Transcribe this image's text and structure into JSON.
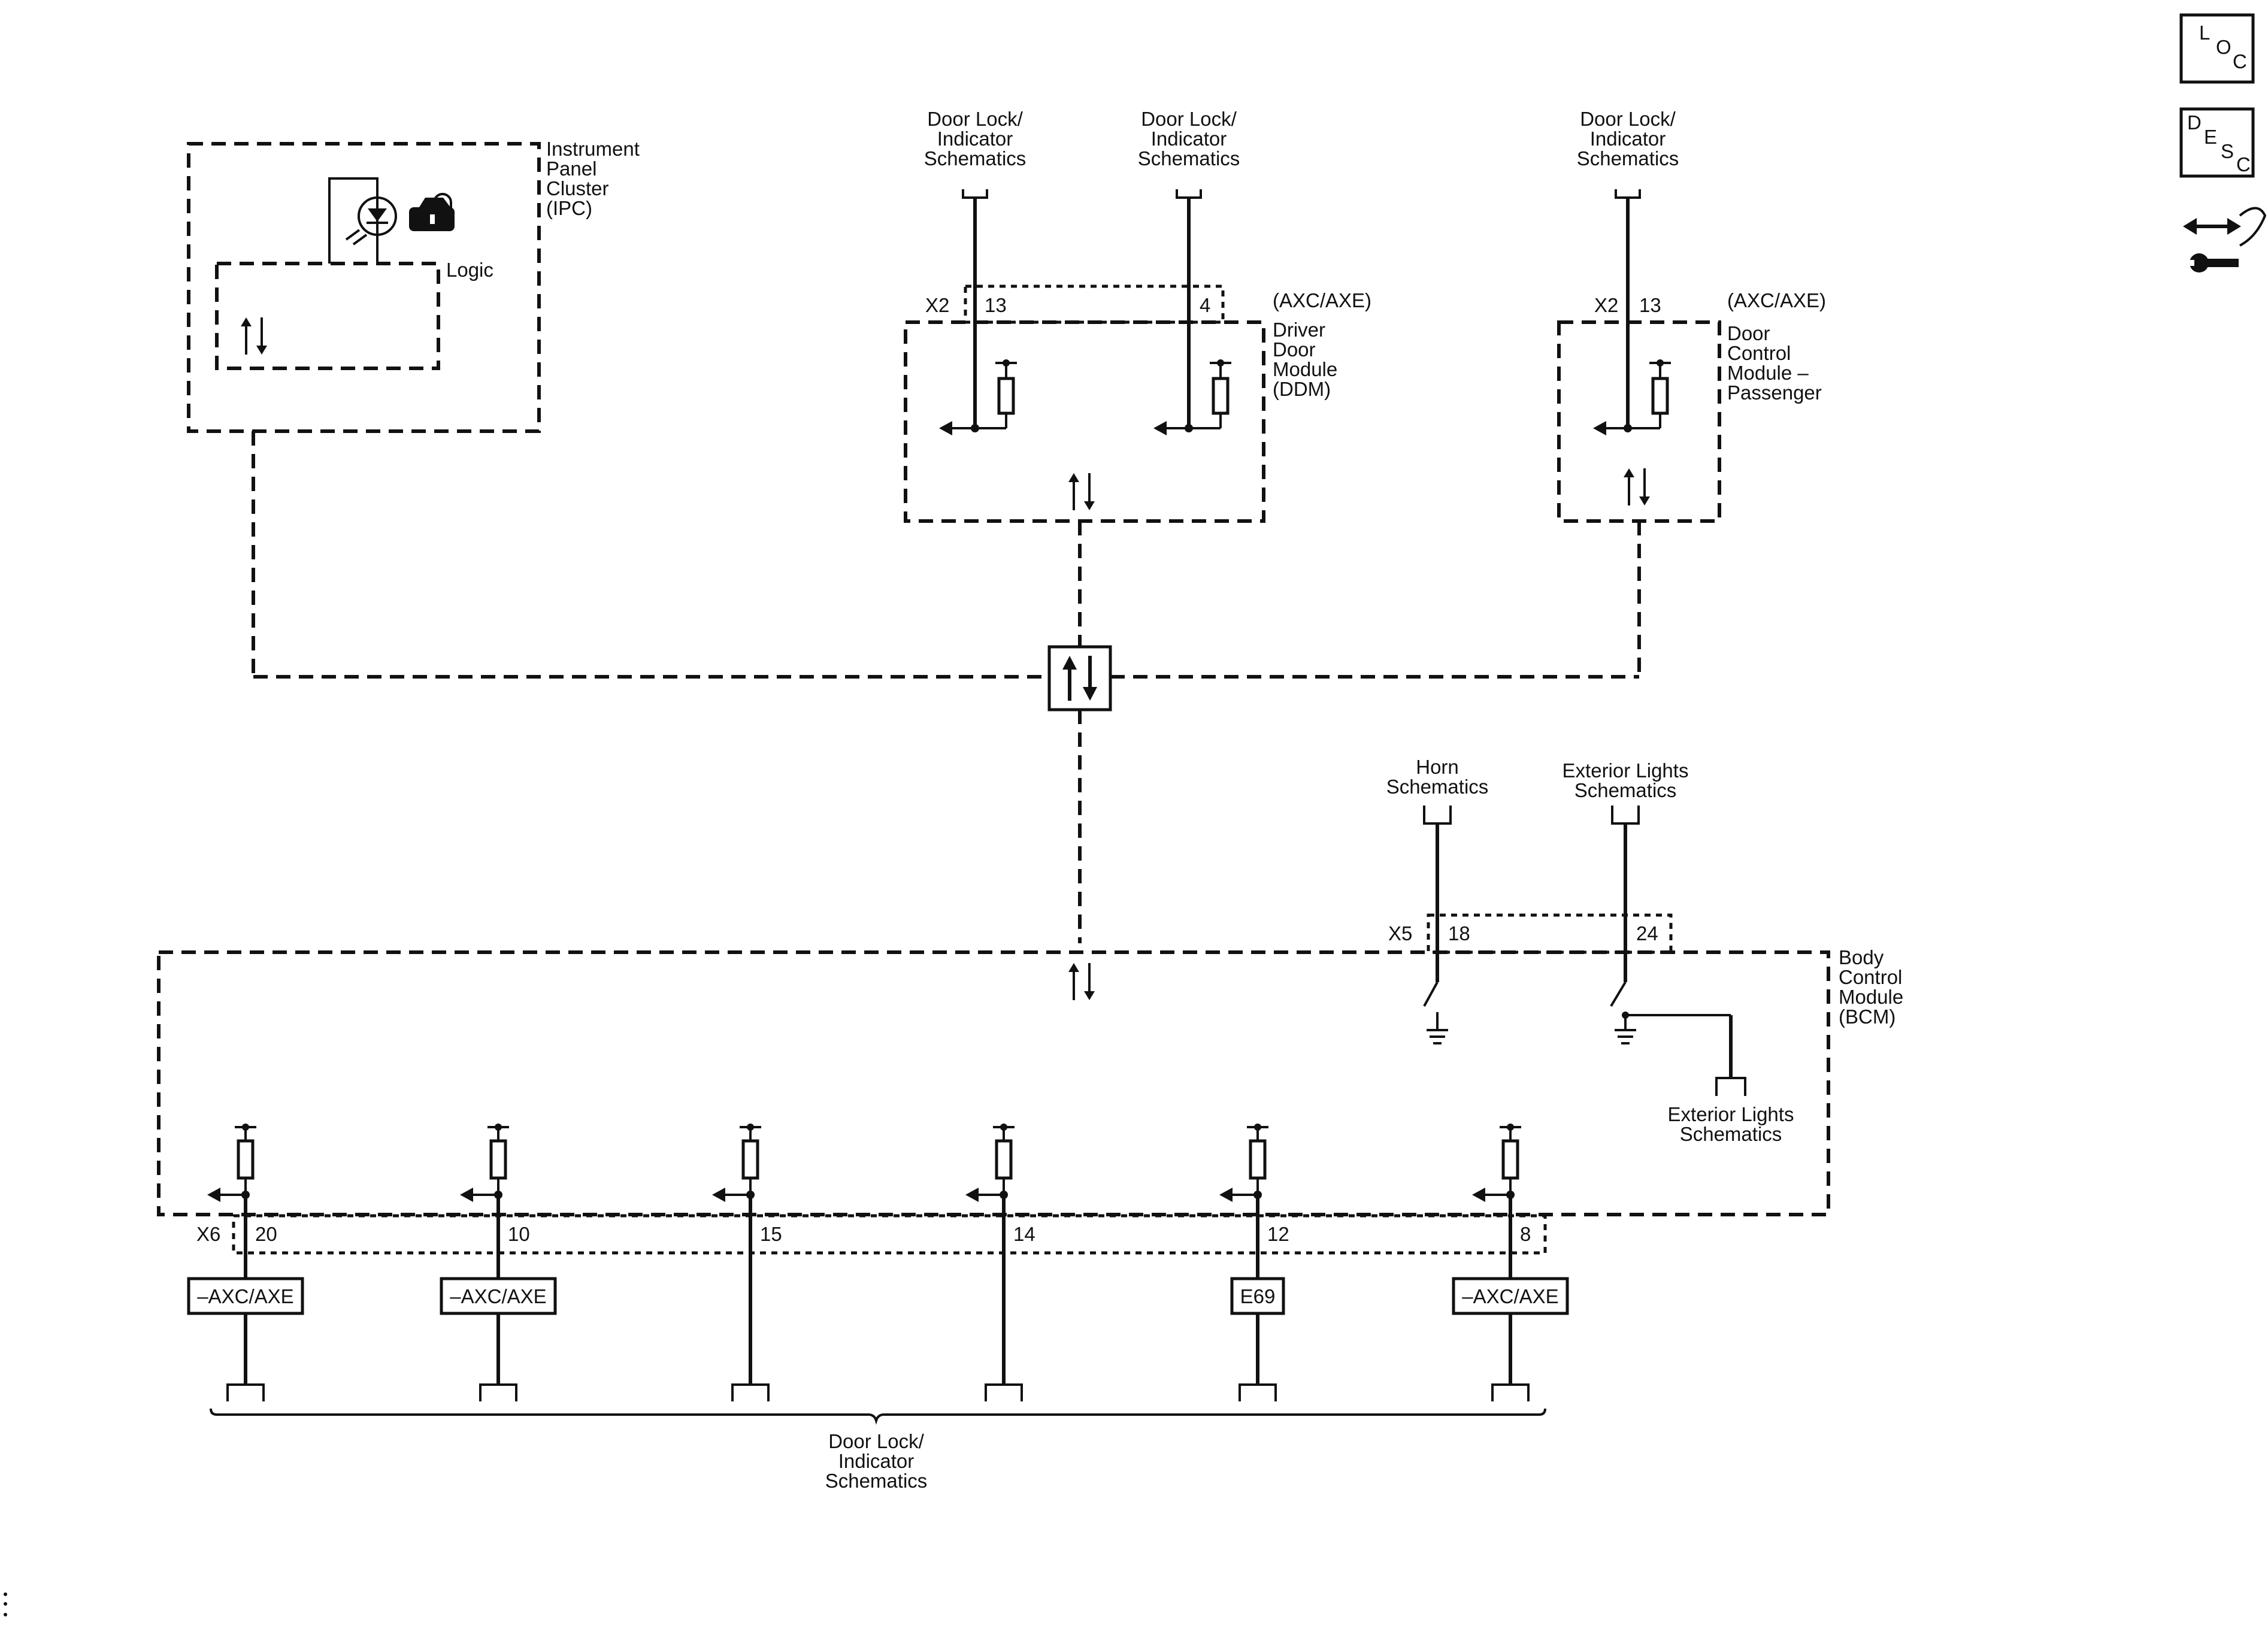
{
  "ipc": {
    "name_lines": [
      "Instrument",
      "Panel",
      "Cluster",
      "(IPC)"
    ],
    "logic_label": "Logic"
  },
  "ddm": {
    "refs": [
      {
        "lines": [
          "Door Lock/",
          "Indicator",
          "Schematics"
        ]
      },
      {
        "lines": [
          "Door Lock/",
          "Indicator",
          "Schematics"
        ]
      }
    ],
    "connector": "X2",
    "pins": [
      "13",
      "4"
    ],
    "option": "(AXC/AXE)",
    "name_lines": [
      "Driver",
      "Door",
      "Module",
      "(DDM)"
    ]
  },
  "dcmp": {
    "ref": {
      "lines": [
        "Door Lock/",
        "Indicator",
        "Schematics"
      ]
    },
    "connector": "X2",
    "pin": "13",
    "option": "(AXC/AXE)",
    "name_lines": [
      "Door",
      "Control",
      "Module –",
      "Passenger"
    ]
  },
  "bcm": {
    "name_lines": [
      "Body",
      "Control",
      "Module",
      "(BCM)"
    ],
    "x5": {
      "connector": "X5",
      "horn_ref": [
        "Horn",
        "Schematics"
      ],
      "horn_pin": "18",
      "ext_ref": [
        "Exterior Lights",
        "Schematics"
      ],
      "ext_pin": "24",
      "ext_ref_bottom": [
        "Exterior Lights",
        "Schematics"
      ]
    },
    "x6": {
      "connector": "X6",
      "pins": [
        "20",
        "10",
        "15",
        "14",
        "12",
        "8"
      ],
      "option_tags": [
        "–AXC/AXE",
        "–AXC/AXE",
        "",
        "",
        "E69",
        "–AXC/AXE"
      ],
      "bottom_ref": [
        "Door Lock/",
        "Indicator",
        "Schematics"
      ]
    }
  },
  "side_icons": {
    "loc": [
      "L",
      "O",
      "C"
    ],
    "desc": [
      "D",
      "E",
      "S",
      "C"
    ],
    "names": [
      "loc-icon",
      "desc-icon",
      "connector-repair-icon"
    ]
  },
  "colors": {
    "line": "#111111",
    "background": "#ffffff"
  }
}
